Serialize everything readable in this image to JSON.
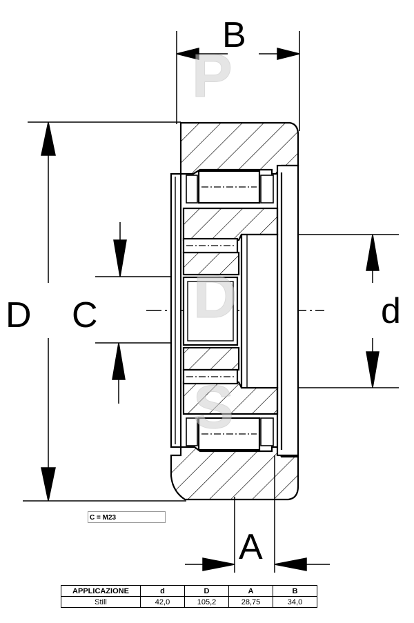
{
  "dimension_labels": {
    "B": "B",
    "D": "D",
    "C": "C",
    "d": "d",
    "A": "A"
  },
  "watermark_letters": [
    "P",
    "D",
    "S"
  ],
  "note": "C = M23",
  "table": {
    "headers": [
      "APPLICAZIONE",
      "d",
      "D",
      "A",
      "B"
    ],
    "rows": [
      [
        "Still",
        "42,0",
        "105,2",
        "28,75",
        "34,0"
      ]
    ]
  }
}
